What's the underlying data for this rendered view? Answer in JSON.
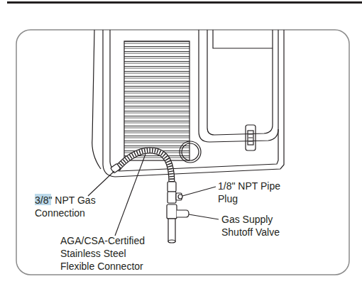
{
  "diagram": {
    "labels": [
      "3/8\" NPT Gas Connection",
      "AGA/CSA-Certified Stainless Steel Flexible Connector",
      "1/8\" NPT Pipe Plug",
      "Gas Supply Shutoff Valve"
    ]
  }
}
